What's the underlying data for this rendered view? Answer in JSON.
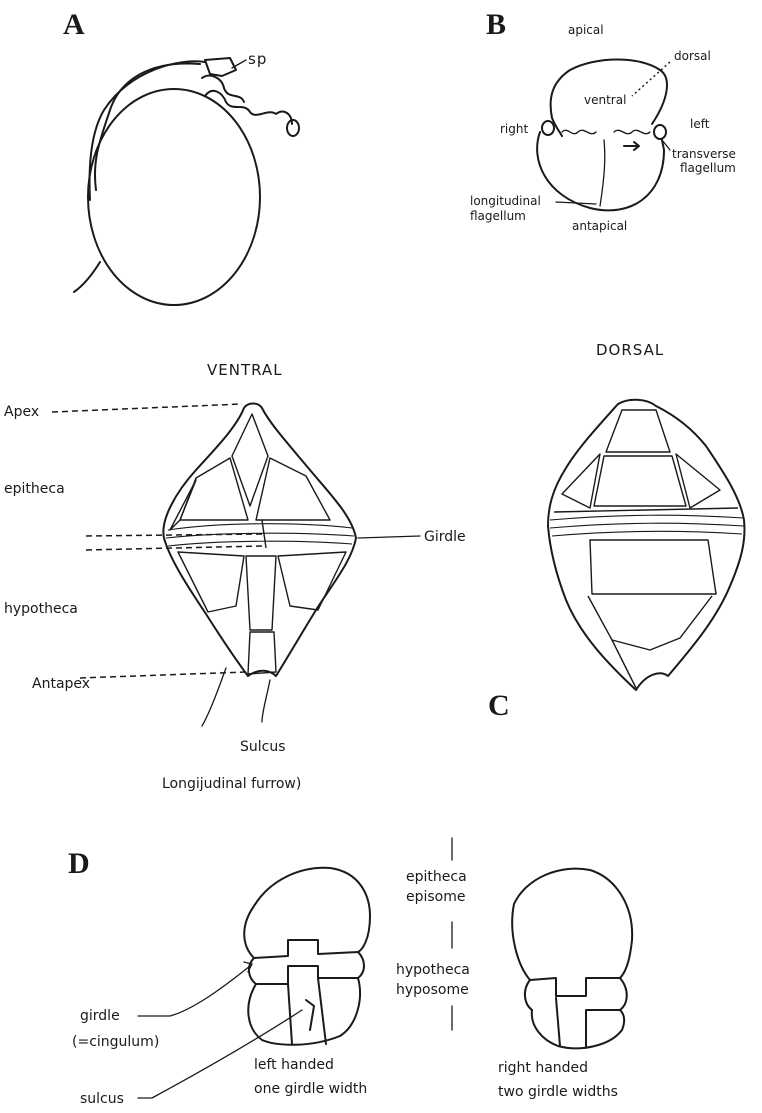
{
  "panels": {
    "a": {
      "letter": "A",
      "sp_label": "sp"
    },
    "b": {
      "letter": "B",
      "apical": "apical",
      "dorsal": "dorsal",
      "ventral": "ventral",
      "right": "right",
      "left": "left",
      "transverse_1": "transverse",
      "transverse_2": "flagellum",
      "longitudinal_1": "longitudinal",
      "longitudinal_2": "flagellum",
      "antapical": "antapical"
    },
    "c": {
      "letter": "C",
      "ventral_title": "VENTRAL",
      "dorsal_title": "DORSAL",
      "apex": "Apex",
      "epitheca": "epitheca",
      "girdle": "Girdle",
      "hypotheca": "hypotheca",
      "antapex": "Antapex",
      "sulcus": "Sulcus",
      "furrow": "Longijudinal furrow)"
    },
    "d": {
      "letter": "D",
      "epitheca": "epitheca",
      "episome": "episome",
      "hypotheca": "hypotheca",
      "hyposome": "hyposome",
      "girdle": "girdle",
      "cingulum": "(=cingulum)",
      "sulcus": "sulcus",
      "left_1": "left handed",
      "left_2": "one girdle width",
      "right_1": "right handed",
      "right_2": "two girdle widths"
    }
  }
}
